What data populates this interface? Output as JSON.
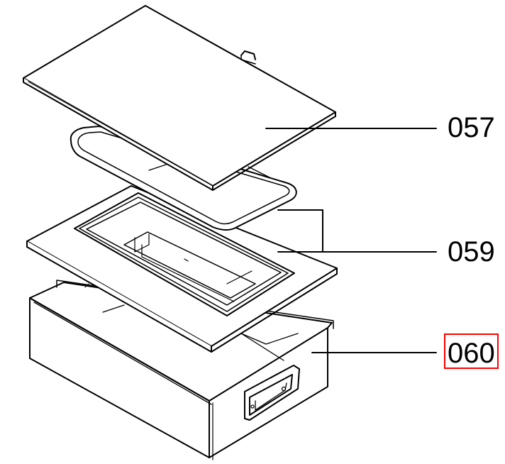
{
  "parts": [
    {
      "id": "057",
      "label": "057",
      "name": "lid"
    },
    {
      "id": "059",
      "label": "059",
      "name": "gasket"
    },
    {
      "id": "060",
      "label": "060",
      "name": "drawer-box",
      "highlighted": true
    }
  ],
  "colors": {
    "line": "#000000",
    "background": "#ffffff",
    "highlight": "#ff0000"
  }
}
